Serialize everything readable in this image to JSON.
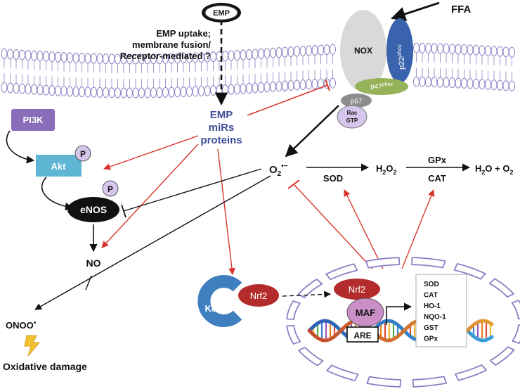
{
  "membrane": {
    "emp_badge": "EMP",
    "uptake_text": [
      "EMP uptake;",
      "membrane fusion/",
      "Receptor-mediated ?"
    ],
    "ffa": "FFA"
  },
  "nox_complex": {
    "nox": "NOX",
    "p22": "p22",
    "p22_sup": "phox",
    "p47": "p47",
    "p47_sup": "phox",
    "p67": "p67",
    "rac_top": "Rac",
    "rac_bottom": "GTP"
  },
  "emp_cargo": [
    "EMP",
    "miRs",
    "proteins"
  ],
  "signaling": {
    "pi3k": "PI3K",
    "akt": "Akt",
    "phospho": "P",
    "enos": "eNOS",
    "no": "NO",
    "onoo": "ONOO",
    "onoo_sup": "•",
    "damage": "Oxidative damage"
  },
  "ros_pathway": {
    "superoxide": "O",
    "superoxide_sub": "2",
    "superoxide_sup": "•−",
    "sod": "SOD",
    "h2o2": "H",
    "h2o2_sub1": "2",
    "h2o2_o": "O",
    "h2o2_sub2": "2",
    "gpx": "GPx",
    "cat": "CAT",
    "products": "H",
    "products_sub1": "2",
    "products_mid": "O + O",
    "products_sub2": "2"
  },
  "nucleus": {
    "keap1": "Keap1",
    "nrf2_cyto": "Nrf2",
    "nrf2_nuc": "Nrf2",
    "maf": "MAF",
    "are": "ARE",
    "target_genes": [
      "SOD",
      "CAT",
      "HO-1",
      "NQO-1",
      "GST",
      "GPx"
    ]
  },
  "colors": {
    "inhibit_red": "#d9342b",
    "membrane": "#8a7fc4",
    "pi3k": "#8a6db8",
    "akt": "#5eb5d4",
    "nrf2": "#b42b2b",
    "maf": "#c98fc6",
    "keap1": "#3f7fc0",
    "nox": "#d9d9d9",
    "p22": "#3a63ad",
    "p47": "#97b35a",
    "p67": "#8c8c8c",
    "rac": "#d7c6ec"
  }
}
